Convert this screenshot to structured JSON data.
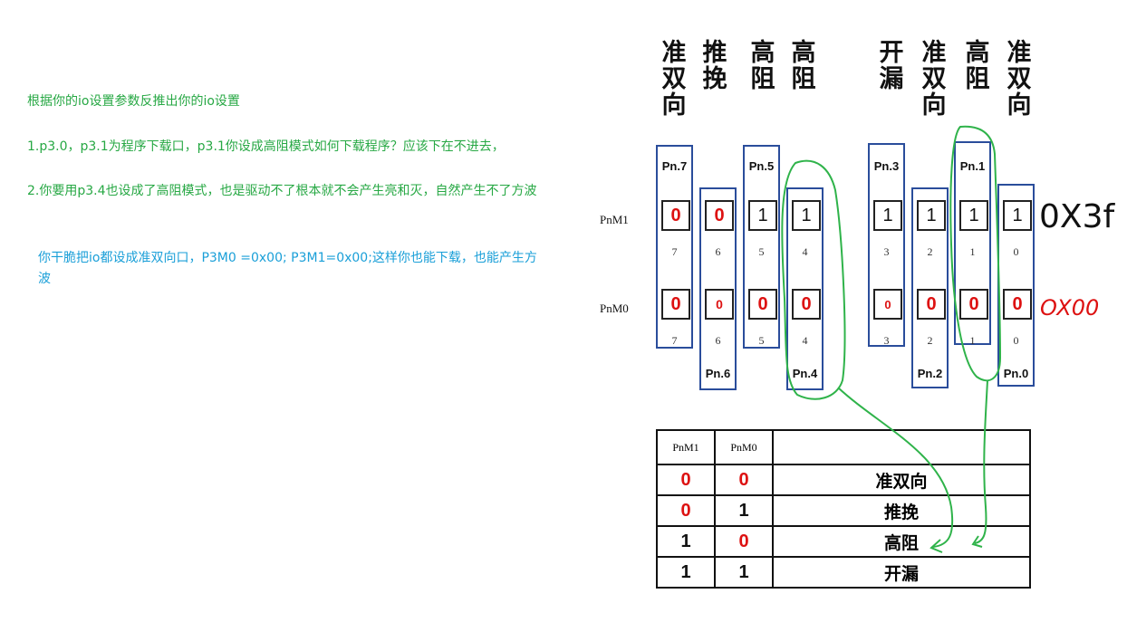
{
  "notes": {
    "line1": "根据你的io设置参数反推出你的io设置",
    "line2": "1.p3.0，p3.1为程序下载口，p3.1你设成高阻模式如何下载程序？应该下在不进去，",
    "line3": "2.你要用p3.4也设成了高阻模式，也是驱动不了根本就不会产生亮和灭，自然产生不了方波",
    "line4": "你干脆把io都设成准双向口，P3M0 =0x00; P3M1=0x00;这样你也能下载，也能产生方波"
  },
  "pin_modes": [
    {
      "bit": "7",
      "mode": [
        "准",
        "双",
        "向"
      ]
    },
    {
      "bit": "6",
      "mode": [
        "推",
        "挽"
      ]
    },
    {
      "bit": "5",
      "mode": [
        "高",
        "阻"
      ]
    },
    {
      "bit": "4",
      "mode": [
        "高",
        "阻"
      ]
    },
    {
      "bit": "3",
      "mode": [
        "开",
        "漏"
      ]
    },
    {
      "bit": "2",
      "mode": [
        "准",
        "双",
        "向"
      ]
    },
    {
      "bit": "1",
      "mode": [
        "高",
        "阻"
      ]
    },
    {
      "bit": "0",
      "mode": [
        "准",
        "双",
        "向"
      ]
    }
  ],
  "pins": [
    {
      "name": "Pn.7",
      "label_pos": "top",
      "m1": "0",
      "m1_color": "red",
      "m0": "0",
      "m0_color": "red",
      "bit": "7"
    },
    {
      "name": "Pn.6",
      "label_pos": "bottom",
      "m1": "0",
      "m1_color": "red",
      "m0": "0",
      "m0_color": "red",
      "bit": "6"
    },
    {
      "name": "Pn.5",
      "label_pos": "top",
      "m1": "1",
      "m1_color": "black",
      "m0": "0",
      "m0_color": "red",
      "bit": "5"
    },
    {
      "name": "Pn.4",
      "label_pos": "bottom",
      "m1": "1",
      "m1_color": "black",
      "m0": "0",
      "m0_color": "red",
      "bit": "4"
    },
    {
      "name": "Pn.3",
      "label_pos": "top",
      "m1": "1",
      "m1_color": "black",
      "m0": "0",
      "m0_color": "red",
      "bit": "3"
    },
    {
      "name": "Pn.2",
      "label_pos": "bottom",
      "m1": "1",
      "m1_color": "black",
      "m0": "0",
      "m0_color": "red",
      "bit": "2"
    },
    {
      "name": "Pn.1",
      "label_pos": "top",
      "m1": "1",
      "m1_color": "black",
      "m0": "0",
      "m0_color": "red",
      "bit": "1"
    },
    {
      "name": "Pn.0",
      "label_pos": "bottom",
      "m1": "1",
      "m1_color": "black",
      "m0": "0",
      "m0_color": "red",
      "bit": "0"
    }
  ],
  "row_labels": {
    "m1": "PnM1",
    "m0": "PnM0"
  },
  "hex": {
    "m1": "0X3f",
    "m0": "OX00"
  },
  "mode_table": {
    "headers": [
      "PnM1",
      "PnM0",
      ""
    ],
    "rows": [
      {
        "m1": "0",
        "m1_color": "red",
        "m0": "0",
        "m0_color": "red",
        "mode": "准双向"
      },
      {
        "m1": "0",
        "m1_color": "red",
        "m0": "1",
        "m0_color": "black",
        "mode": "推挽"
      },
      {
        "m1": "1",
        "m1_color": "black",
        "m0": "0",
        "m0_color": "red",
        "mode": "高阻"
      },
      {
        "m1": "1",
        "m1_color": "black",
        "m0": "1",
        "m0_color": "black",
        "mode": "开漏"
      }
    ]
  },
  "colors": {
    "red": "#dd1111",
    "black": "#111111",
    "green_note": "#27a844",
    "blue_note": "#1a9fd8",
    "pin_border": "#2a4d9b",
    "annotation": "#2fb34a"
  }
}
